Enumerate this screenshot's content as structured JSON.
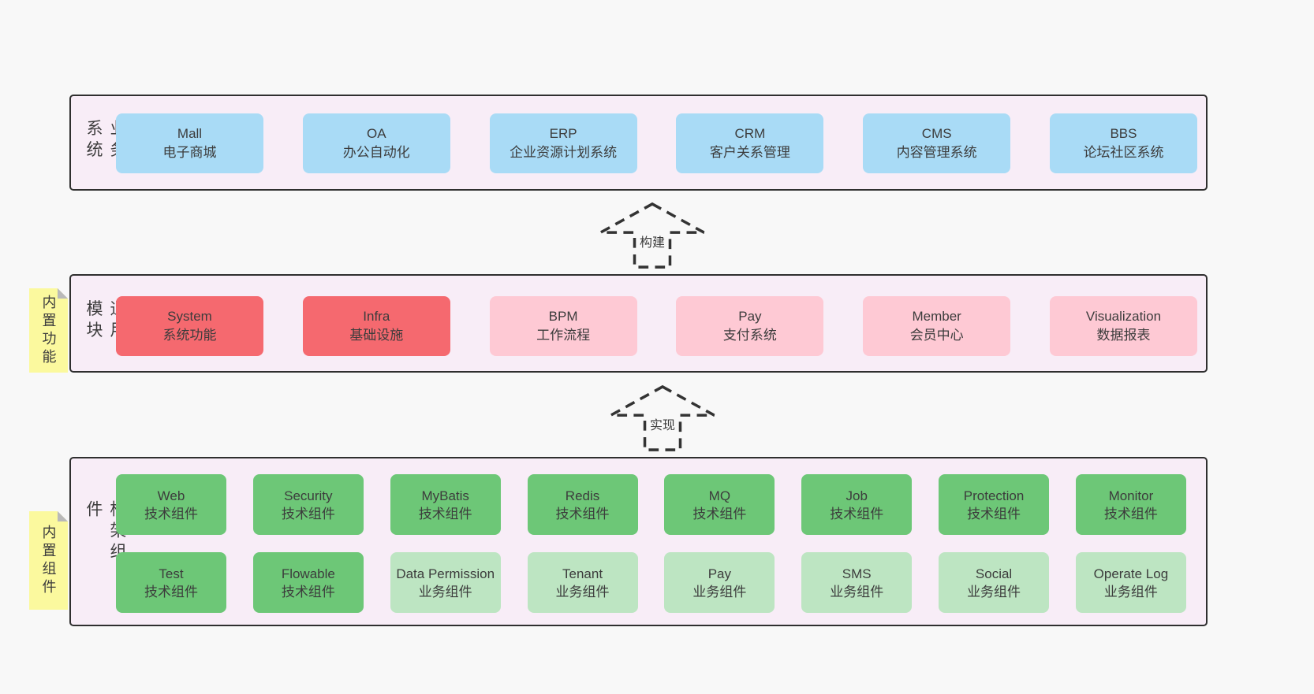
{
  "colors": {
    "page": "#f8f8f8",
    "band": "#f8edf7",
    "border": "#2f2f2f",
    "text": "#3c3c3c",
    "blue": "#a9dbf6",
    "red": "#f5696f",
    "pink": "#fec9d4",
    "green": "#6dc777",
    "lightgreen": "#bde5c2",
    "sticky": "#fbf99e",
    "fold": "#b9b9b9",
    "arrow": "#333333"
  },
  "arrows": [
    {
      "label": "构建"
    },
    {
      "label": "实现"
    }
  ],
  "bands": {
    "business": {
      "label": "业务系统",
      "boxes": [
        {
          "title": "Mall",
          "subtitle": "电子商城",
          "variant": "solid"
        },
        {
          "title": "OA",
          "subtitle": "办公自动化",
          "variant": "solid"
        },
        {
          "title": "ERP",
          "subtitle": "企业资源计划系统",
          "variant": "solid"
        },
        {
          "title": "CRM",
          "subtitle": "客户关系管理",
          "variant": "solid"
        },
        {
          "title": "CMS",
          "subtitle": "内容管理系统",
          "variant": "solid"
        },
        {
          "title": "BBS",
          "subtitle": "论坛社区系统",
          "variant": "solid"
        }
      ]
    },
    "modules": {
      "label": "通用模块",
      "sticky": "内置功能",
      "boxes": [
        {
          "title": "System",
          "subtitle": "系统功能",
          "variant": "solid"
        },
        {
          "title": "Infra",
          "subtitle": "基础设施",
          "variant": "solid"
        },
        {
          "title": "BPM",
          "subtitle": "工作流程",
          "variant": "soft"
        },
        {
          "title": "Pay",
          "subtitle": "支付系统",
          "variant": "soft"
        },
        {
          "title": "Member",
          "subtitle": "会员中心",
          "variant": "soft"
        },
        {
          "title": "Visualization",
          "subtitle": "数据报表",
          "variant": "soft"
        }
      ]
    },
    "components": {
      "label": "框架组件",
      "sticky": "内置组件",
      "rows": [
        [
          {
            "title": "Web",
            "subtitle": "技术组件",
            "variant": "solid"
          },
          {
            "title": "Security",
            "subtitle": "技术组件",
            "variant": "solid"
          },
          {
            "title": "MyBatis",
            "subtitle": "技术组件",
            "variant": "solid"
          },
          {
            "title": "Redis",
            "subtitle": "技术组件",
            "variant": "solid"
          },
          {
            "title": "MQ",
            "subtitle": "技术组件",
            "variant": "solid"
          },
          {
            "title": "Job",
            "subtitle": "技术组件",
            "variant": "solid"
          },
          {
            "title": "Protection",
            "subtitle": "技术组件",
            "variant": "solid"
          },
          {
            "title": "Monitor",
            "subtitle": "技术组件",
            "variant": "solid"
          }
        ],
        [
          {
            "title": "Test",
            "subtitle": "技术组件",
            "variant": "solid"
          },
          {
            "title": "Flowable",
            "subtitle": "技术组件",
            "variant": "solid"
          },
          {
            "title": "Data Permission",
            "subtitle": "业务组件",
            "variant": "soft"
          },
          {
            "title": "Tenant",
            "subtitle": "业务组件",
            "variant": "soft"
          },
          {
            "title": "Pay",
            "subtitle": "业务组件",
            "variant": "soft"
          },
          {
            "title": "SMS",
            "subtitle": "业务组件",
            "variant": "soft"
          },
          {
            "title": "Social",
            "subtitle": "业务组件",
            "variant": "soft"
          },
          {
            "title": "Operate Log",
            "subtitle": "业务组件",
            "variant": "soft"
          }
        ]
      ]
    }
  }
}
